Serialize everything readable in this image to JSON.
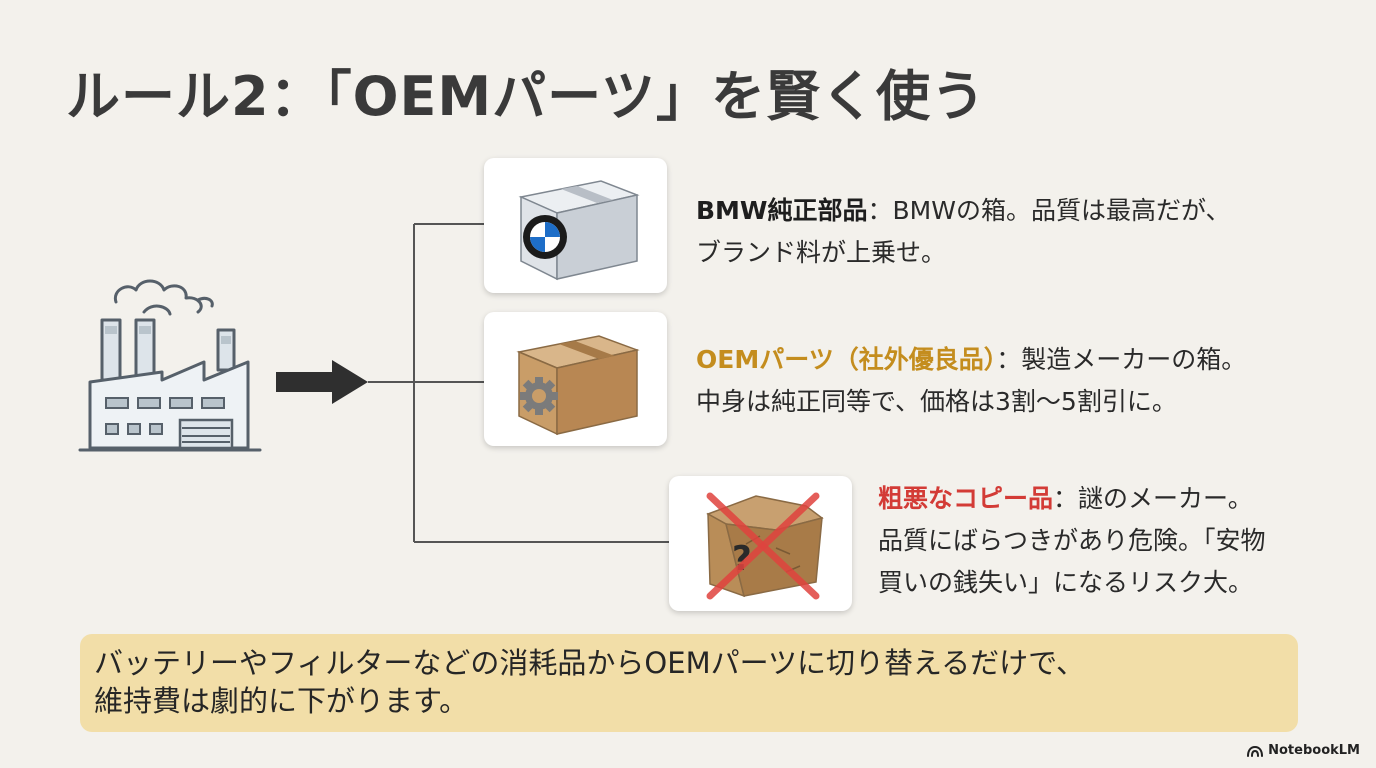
{
  "title": "ルール2：「OEMパーツ」を賢く使う",
  "items": [
    {
      "label": "BMW純正部品",
      "sep": "：",
      "lines": [
        "BMWの箱。品質は最高だが、",
        "ブランド料が上乗せ。"
      ],
      "icon": "bmw-box-icon"
    },
    {
      "label": "OEMパーツ（社外優良品）",
      "sep": "：",
      "lines": [
        "製造メーカーの箱。",
        "中身は純正同等で、価格は3割〜5割引に。"
      ],
      "icon": "gear-box-icon"
    },
    {
      "label": "粗悪なコピー品",
      "sep": "：",
      "lines": [
        "謎のメーカー。",
        "品質にばらつきがあり危険。「安物",
        "買いの銭失い」になるリスク大。"
      ],
      "icon": "question-box-crossed-icon"
    }
  ],
  "summary": {
    "line1": "バッテリーやフィルターなどの消耗品からOEMパーツに切り替えるだけで、",
    "line2": "維持費は劇的に下がります。"
  },
  "brand": "NotebookLM",
  "colors": {
    "background": "#f3f1ec",
    "oem_label": "#c48d1e",
    "copy_label": "#d33b36",
    "summary_bg": "#f2dea8",
    "connector": "#555555"
  }
}
